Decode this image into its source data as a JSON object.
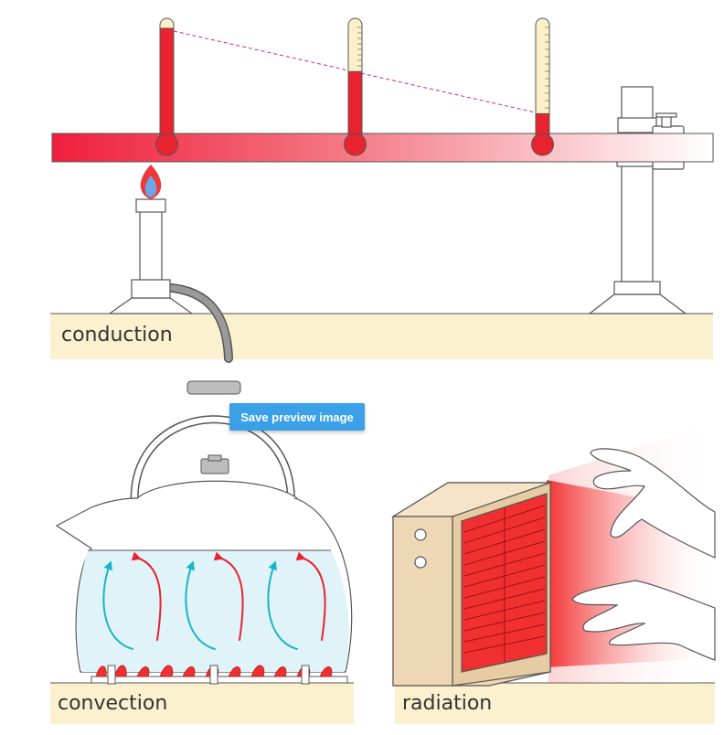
{
  "labels": {
    "conduction": "conduction",
    "convection": "convection",
    "radiation": "radiation"
  },
  "overlay": {
    "save_button": "Save preview image"
  },
  "colors": {
    "ground": "#fbf1cf",
    "heat_red": "#e8232f",
    "cool_cyan": "#19b5c8",
    "box_tan": "#eed7b5",
    "water": "#dff3f9"
  },
  "thermometers": [
    {
      "position": "near",
      "level": 0.93
    },
    {
      "position": "middle",
      "level": 0.56
    },
    {
      "position": "far",
      "level": 0.2
    }
  ]
}
